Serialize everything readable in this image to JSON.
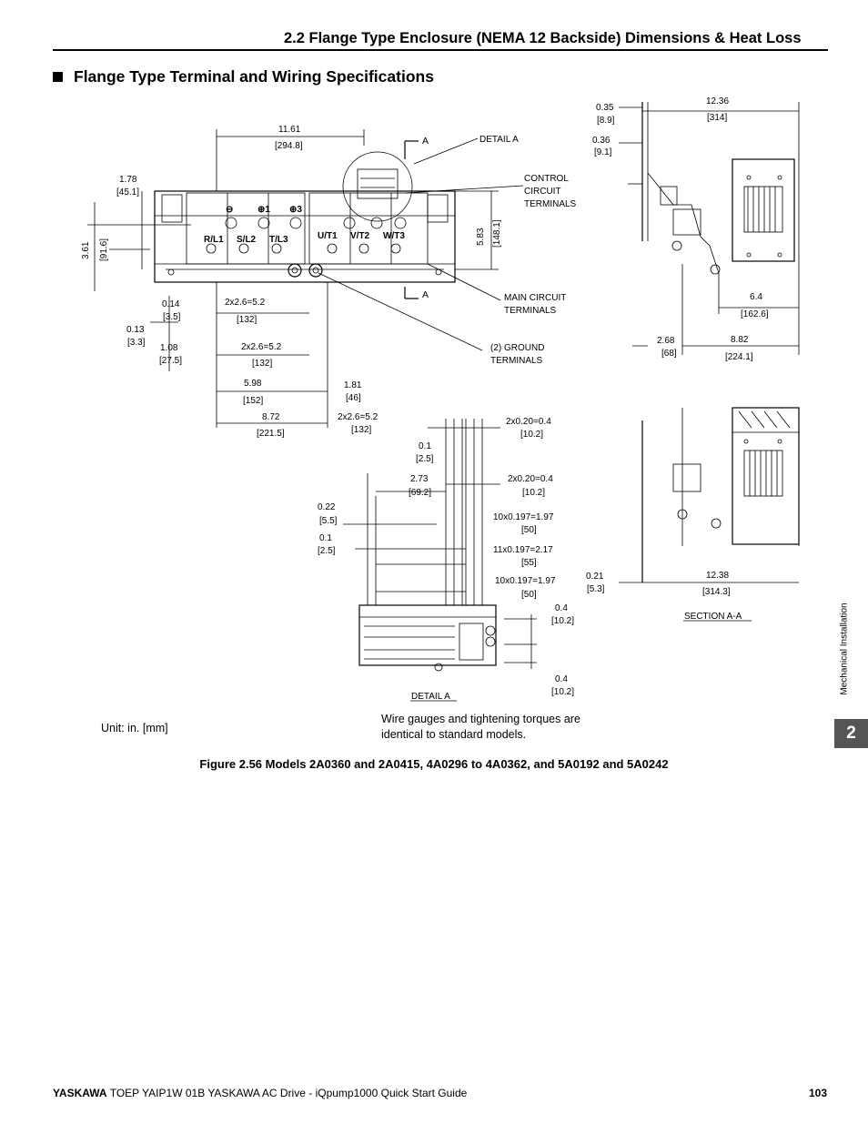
{
  "header": {
    "title": "2.2 Flange Type Enclosure (NEMA 12 Backside) Dimensions & Heat Loss"
  },
  "section": {
    "title": "Flange Type Terminal and Wiring Specifications"
  },
  "drawing": {
    "dims": {
      "d1": "11.61",
      "d1b": "[294.8]",
      "d2": "1.78",
      "d2b": "[45.1]",
      "d3": "3.61",
      "d3b": "[91.6]",
      "d4": "5.83",
      "d4b": "[148.1]",
      "d5": "0.14",
      "d5b": "[3.5]",
      "d6": "2x2.6=5.2",
      "d6b": "[132]",
      "d7": "0.13",
      "d7b": "[3.3]",
      "d8": "1.08",
      "d8b": "[27.5]",
      "d9": "2x2.6=5.2",
      "d9b": "[132]",
      "d10": "5.98",
      "d10b": "[152]",
      "d11": "1.81",
      "d11b": "[46]",
      "d12": "8.72",
      "d12b": "[221.5]",
      "d13": "2x2.6=5.2",
      "d13b": "[132]",
      "r1": "0.35",
      "r1b": "[8.9]",
      "r2": "0.36",
      "r2b": "[9.1]",
      "r3": "12.36",
      "r3b": "[314]",
      "r4": "6.4",
      "r4b": "[162.6]",
      "r5": "2.68",
      "r5b": "[68]",
      "r6": "8.82",
      "r6b": "[224.1]",
      "a1": "2x0.20=0.4",
      "a1b": "[10.2]",
      "a2": "0.1",
      "a2b": "[2.5]",
      "a3": "2.73",
      "a3b": "[69.2]",
      "a4": "2x0.20=0.4",
      "a4b": "[10.2]",
      "a5": "0.22",
      "a5b": "[5.5]",
      "a6": "10x0.197=1.97",
      "a6b": "[50]",
      "a7": "0.1",
      "a7b": "[2.5]",
      "a8": "11x0.197=2.17",
      "a8b": "[55]",
      "a9": "10x0.197=1.97",
      "a9b": "[50]",
      "a10": "0.4",
      "a10b": "[10.2]",
      "a11": "0.4",
      "a11b": "[10.2]",
      "s1": "0.21",
      "s1b": "[5.3]",
      "s2": "12.38",
      "s2b": "[314.3]"
    },
    "callouts": {
      "detail_a_top": "DETAIL A",
      "control_1": "CONTROL",
      "control_2": "CIRCUIT",
      "control_3": "TERMINALS",
      "main_1": "MAIN CIRCUIT",
      "main_2": "TERMINALS",
      "ground_1": "(2) GROUND",
      "ground_2": "TERMINALS",
      "detail_a_label": "DETAIL A",
      "section_label": "SECTION A-A",
      "marker_a": "A"
    },
    "terminals": {
      "r": "R/L1",
      "s": "S/L2",
      "t": "T/L3",
      "u": "U/T1",
      "v": "V/T2",
      "w": "W/T3",
      "minus": "⊖",
      "plus1": "⊕1",
      "plus3": "⊕3"
    }
  },
  "unit_note": "Unit: in. [mm]",
  "wire_note": "Wire gauges and tightening torques are identical to standard models.",
  "caption": "Figure 2.56  Models 2A0360 and 2A0415, 4A0296 to 4A0362, and 5A0192 and 5A0242",
  "side_tab": {
    "label": "Mechanical Installation",
    "chapter": "2"
  },
  "footer": {
    "brand": "YASKAWA",
    "text": "TOEP YAIP1W 01B YASKAWA AC Drive - iQpump1000 Quick Start Guide",
    "page": "103"
  }
}
